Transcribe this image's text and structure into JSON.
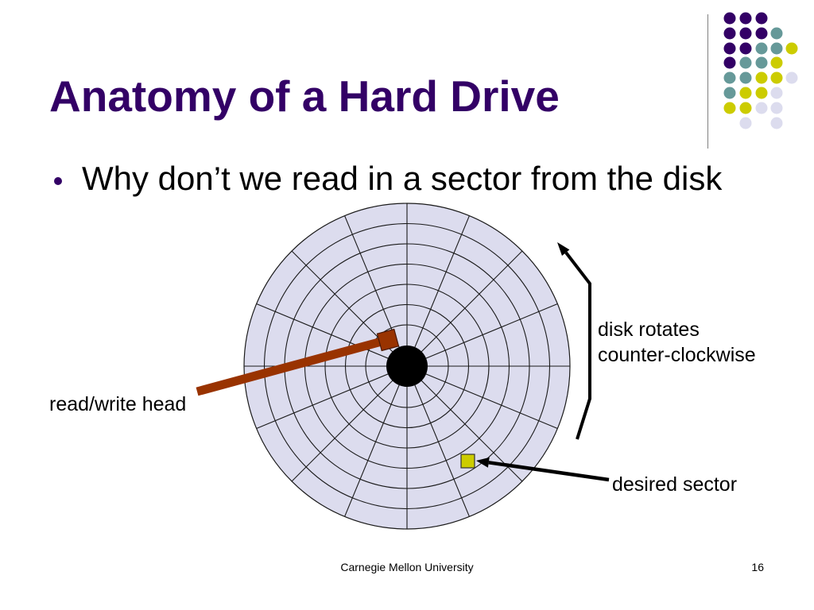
{
  "slide": {
    "title": "Anatomy of a Hard Drive",
    "bullets": [
      "Why don’t we read in a sector from the disk"
    ]
  },
  "diagram": {
    "head_label": "read/write head",
    "rotation_label": [
      "disk rotates",
      "counter-clockwise"
    ],
    "sector_label": "desired sector"
  },
  "footer": {
    "institution": "Carnegie Mellon University",
    "page_number": "16"
  },
  "colors": {
    "title": "#330066",
    "accent_purple": "#330066",
    "accent_teal": "#669999",
    "accent_yellow": "#cccc00",
    "accent_lavender": "#dcdcee",
    "platter": "#dcdcee",
    "head": "#993300",
    "desired_sector": "#cccc00"
  }
}
